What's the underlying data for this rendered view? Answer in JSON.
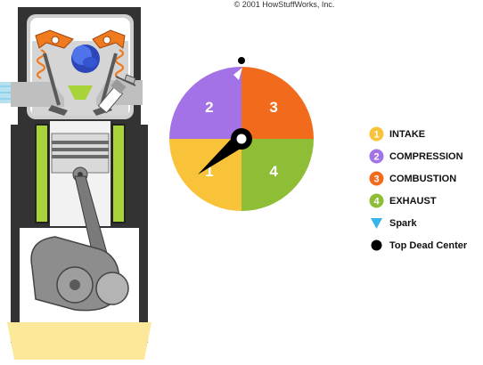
{
  "copyright": "© 2001 HowStuffWorks, Inc.",
  "dial": {
    "phases": [
      {
        "number": "1",
        "color": "#f9c339"
      },
      {
        "number": "2",
        "color": "#a272e6"
      },
      {
        "number": "3",
        "color": "#f26b1d"
      },
      {
        "number": "4",
        "color": "#8ebd36"
      }
    ]
  },
  "legend": [
    {
      "label": "INTAKE",
      "marker": "number-1-badge",
      "number": "1",
      "color": "#f9c339"
    },
    {
      "label": "COMPRESSION",
      "marker": "number-2-badge",
      "number": "2",
      "color": "#a272e6"
    },
    {
      "label": "COMBUSTION",
      "marker": "number-3-badge",
      "number": "3",
      "color": "#f26b1d"
    },
    {
      "label": "EXHAUST",
      "marker": "number-4-badge",
      "number": "4",
      "color": "#8ebd36"
    },
    {
      "label": "Spark",
      "marker": "spark-triangle-icon",
      "color": "#37b4ea"
    },
    {
      "label": "Top Dead Center",
      "marker": "black-dot-icon",
      "color": "#000000"
    }
  ],
  "colors": {
    "engine_block": "#333333",
    "metal_light": "#d8d8d8",
    "metal_mid": "#a8a8a8",
    "metal_dark": "#6e6e6e",
    "coolant": "#a8d43a",
    "oil": "#fbe89a",
    "rocker": "#f07a1e",
    "camshaft": "#3d5fd6",
    "fuel_mixture": "#a8d43a",
    "intake_air": "#a8dcef"
  }
}
